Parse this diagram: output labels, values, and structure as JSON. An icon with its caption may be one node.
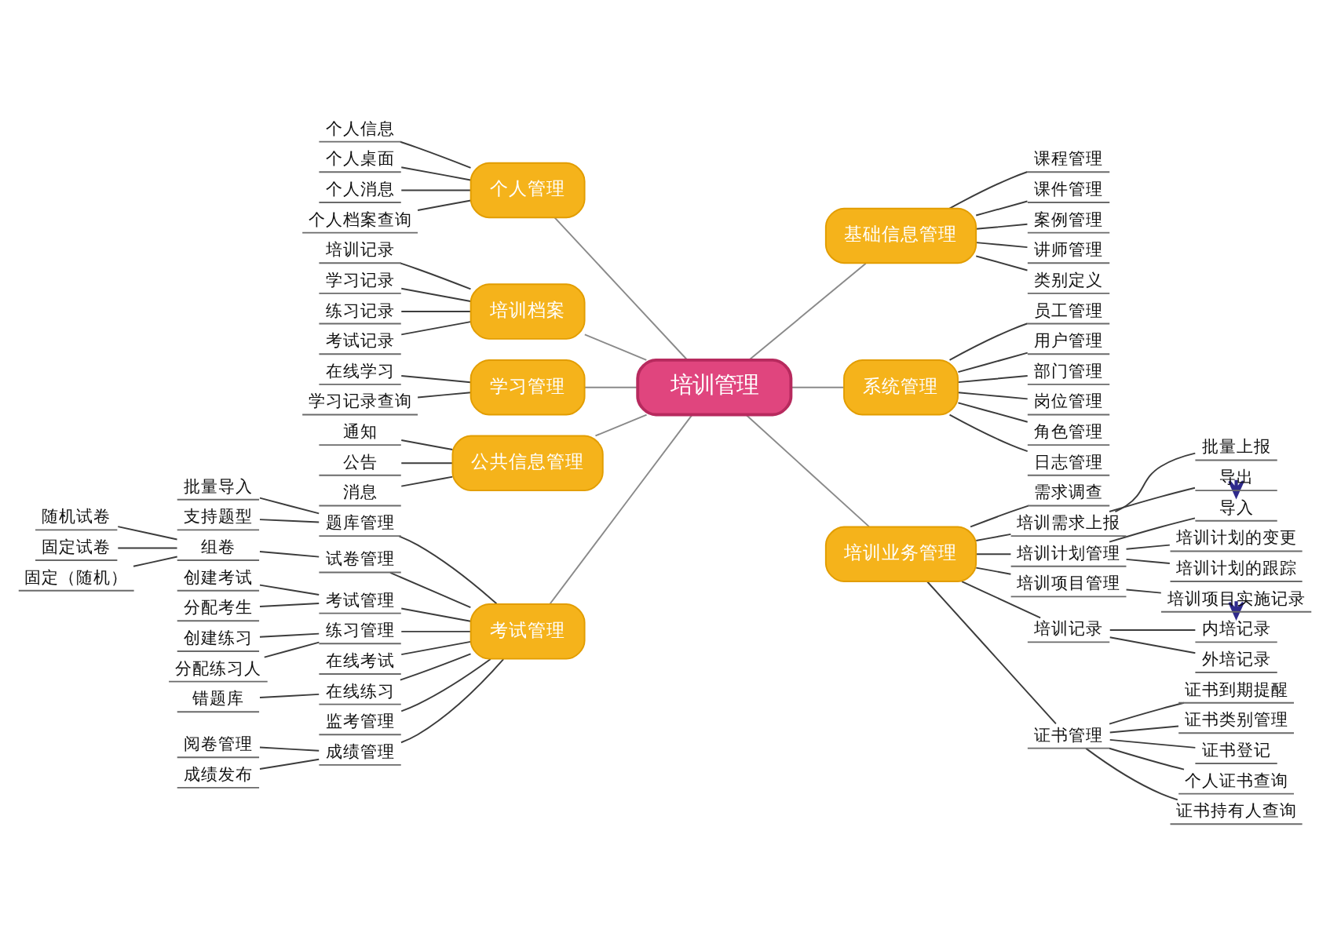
{
  "diagram": {
    "nodes": [
      {
        "text": [
          "培训管理"
        ]
      },
      {
        "text": [
          "个人管理"
        ]
      },
      {
        "text": [
          "个人信息"
        ]
      },
      {
        "text": [
          "个人桌面"
        ]
      },
      {
        "text": [
          "个人消息"
        ]
      },
      {
        "text": [
          "个人档案查询"
        ]
      },
      {
        "text": [
          "培训档案"
        ]
      },
      {
        "text": [
          "培训记录"
        ]
      },
      {
        "text": [
          "学习记录"
        ]
      },
      {
        "text": [
          "练习记录"
        ]
      },
      {
        "text": [
          "考试记录"
        ]
      },
      {
        "text": [
          "学习管理"
        ]
      },
      {
        "text": [
          "在线学习"
        ]
      },
      {
        "text": [
          "学习记录查询"
        ]
      },
      {
        "text": [
          "公共信息管理"
        ]
      },
      {
        "text": [
          "通知"
        ]
      },
      {
        "text": [
          "公告"
        ]
      },
      {
        "text": [
          "消息"
        ]
      },
      {
        "text": [
          "考试管理"
        ]
      },
      {
        "text": [
          "题库管理"
        ]
      },
      {
        "text": [
          "批量导入"
        ]
      },
      {
        "text": [
          "支持题型"
        ]
      },
      {
        "text": [
          "试卷管理"
        ]
      },
      {
        "text": [
          "组卷"
        ]
      },
      {
        "text": [
          "随机试卷"
        ]
      },
      {
        "text": [
          "固定试卷"
        ]
      },
      {
        "text": [
          "固定（随机）"
        ]
      },
      {
        "text": [
          "考试管理"
        ]
      },
      {
        "text": [
          "创建考试"
        ]
      },
      {
        "text": [
          "分配考生"
        ]
      },
      {
        "text": [
          "练习管理"
        ]
      },
      {
        "text": [
          "创建练习"
        ]
      },
      {
        "text": [
          "分配练习人"
        ]
      },
      {
        "text": [
          "在线考试"
        ]
      },
      {
        "text": [
          "在线练习"
        ]
      },
      {
        "text": [
          "错题库"
        ]
      },
      {
        "text": [
          "监考管理"
        ]
      },
      {
        "text": [
          "成绩管理"
        ]
      },
      {
        "text": [
          "阅卷管理"
        ]
      },
      {
        "text": [
          "成绩发布"
        ]
      },
      {
        "text": [
          "基础信息管理"
        ]
      },
      {
        "text": [
          "课程管理"
        ]
      },
      {
        "text": [
          "课件管理"
        ]
      },
      {
        "text": [
          "案例管理"
        ]
      },
      {
        "text": [
          "讲师管理"
        ]
      },
      {
        "text": [
          "类别定义"
        ]
      },
      {
        "text": [
          "系统管理"
        ]
      },
      {
        "text": [
          "员工管理"
        ]
      },
      {
        "text": [
          "用户管理"
        ]
      },
      {
        "text": [
          "部门管理"
        ]
      },
      {
        "text": [
          "岗位管理"
        ]
      },
      {
        "text": [
          "角色管理"
        ]
      },
      {
        "text": [
          "日志管理"
        ]
      },
      {
        "text": [
          "培训业务管理"
        ]
      },
      {
        "text": [
          "需求调查"
        ]
      },
      {
        "text": [
          "培训需求上报"
        ]
      },
      {
        "text": [
          "批量上报"
        ]
      },
      {
        "text": [
          "导出"
        ]
      },
      {
        "text": [
          "培训计划管理"
        ]
      },
      {
        "text": [
          "导入"
        ]
      },
      {
        "text": [
          "培训计划的变更"
        ]
      },
      {
        "text": [
          "培训计划的跟踪"
        ]
      },
      {
        "text": [
          "培训项目管理"
        ]
      },
      {
        "text": [
          "培训项目实施记录"
        ]
      },
      {
        "text": [
          "培训记录"
        ]
      },
      {
        "text": [
          "内培记录"
        ]
      },
      {
        "text": [
          "外培记录"
        ]
      },
      {
        "text": [
          "证书管理"
        ]
      },
      {
        "text": [
          "证书到期提醒"
        ]
      },
      {
        "text": [
          "证书类别管理"
        ]
      },
      {
        "text": [
          "证书登记"
        ]
      },
      {
        "text": [
          "个人证书查询"
        ]
      },
      {
        "text": [
          "证书持有人查询"
        ]
      }
    ],
    "edges": [
      {
        "from": 1,
        "to": 0,
        "arrow": "none"
      },
      {
        "from": 2,
        "to": 1,
        "arrow": "none"
      },
      {
        "from": 3,
        "to": 1,
        "arrow": "none"
      },
      {
        "from": 4,
        "to": 1,
        "arrow": "none"
      },
      {
        "from": 5,
        "to": 1,
        "arrow": "none"
      },
      {
        "from": 6,
        "to": 0,
        "arrow": "none"
      },
      {
        "from": 7,
        "to": 6,
        "arrow": "none"
      },
      {
        "from": 8,
        "to": 6,
        "arrow": "none"
      },
      {
        "from": 9,
        "to": 6,
        "arrow": "none"
      },
      {
        "from": 10,
        "to": 6,
        "arrow": "none"
      },
      {
        "from": 11,
        "to": 0,
        "arrow": "none"
      },
      {
        "from": 12,
        "to": 11,
        "arrow": "none"
      },
      {
        "from": 13,
        "to": 11,
        "arrow": "none"
      },
      {
        "from": 14,
        "to": 0,
        "arrow": "none"
      },
      {
        "from": 15,
        "to": 14,
        "arrow": "none"
      },
      {
        "from": 16,
        "to": 14,
        "arrow": "none"
      },
      {
        "from": 17,
        "to": 14,
        "arrow": "none"
      },
      {
        "from": 18,
        "to": 0,
        "arrow": "none"
      },
      {
        "from": 19,
        "to": 18,
        "arrow": "none"
      },
      {
        "from": 20,
        "to": 19,
        "arrow": "none"
      },
      {
        "from": 21,
        "to": 19,
        "arrow": "none"
      },
      {
        "from": 22,
        "to": 18,
        "arrow": "none"
      },
      {
        "from": 23,
        "to": 22,
        "arrow": "none"
      },
      {
        "from": 24,
        "to": 23,
        "arrow": "none"
      },
      {
        "from": 25,
        "to": 23,
        "arrow": "none"
      },
      {
        "from": 26,
        "to": 23,
        "arrow": "none"
      },
      {
        "from": 27,
        "to": 18,
        "arrow": "none"
      },
      {
        "from": 28,
        "to": 27,
        "arrow": "none"
      },
      {
        "from": 29,
        "to": 27,
        "arrow": "none"
      },
      {
        "from": 30,
        "to": 18,
        "arrow": "none"
      },
      {
        "from": 31,
        "to": 30,
        "arrow": "none"
      },
      {
        "from": 32,
        "to": 30,
        "arrow": "none"
      },
      {
        "from": 33,
        "to": 18,
        "arrow": "none"
      },
      {
        "from": 34,
        "to": 18,
        "arrow": "none"
      },
      {
        "from": 35,
        "to": 34,
        "arrow": "none"
      },
      {
        "from": 36,
        "to": 18,
        "arrow": "none"
      },
      {
        "from": 37,
        "to": 18,
        "arrow": "none"
      },
      {
        "from": 38,
        "to": 37,
        "arrow": "none"
      },
      {
        "from": 39,
        "to": 37,
        "arrow": "none"
      },
      {
        "from": 0,
        "to": 40,
        "arrow": "none"
      },
      {
        "from": 40,
        "to": 41,
        "arrow": "none"
      },
      {
        "from": 40,
        "to": 42,
        "arrow": "none"
      },
      {
        "from": 40,
        "to": 43,
        "arrow": "none"
      },
      {
        "from": 40,
        "to": 44,
        "arrow": "none"
      },
      {
        "from": 40,
        "to": 45,
        "arrow": "none"
      },
      {
        "from": 0,
        "to": 46,
        "arrow": "none"
      },
      {
        "from": 46,
        "to": 47,
        "arrow": "none"
      },
      {
        "from": 46,
        "to": 48,
        "arrow": "none"
      },
      {
        "from": 46,
        "to": 49,
        "arrow": "none"
      },
      {
        "from": 46,
        "to": 50,
        "arrow": "none"
      },
      {
        "from": 46,
        "to": 51,
        "arrow": "none"
      },
      {
        "from": 46,
        "to": 52,
        "arrow": "none"
      },
      {
        "from": 0,
        "to": 53,
        "arrow": "none"
      },
      {
        "from": 53,
        "to": 54,
        "arrow": "none"
      },
      {
        "from": 53,
        "to": 55,
        "arrow": "none"
      },
      {
        "from": 55,
        "to": 56,
        "arrow": "none"
      },
      {
        "from": 55,
        "to": 57,
        "arrow": "none"
      },
      {
        "from": 53,
        "to": 58,
        "arrow": "none"
      },
      {
        "from": 58,
        "to": 59,
        "arrow": "none"
      },
      {
        "from": 58,
        "to": 60,
        "arrow": "none"
      },
      {
        "from": 58,
        "to": 61,
        "arrow": "none"
      },
      {
        "from": 53,
        "to": 62,
        "arrow": "none"
      },
      {
        "from": 62,
        "to": 63,
        "arrow": "none"
      },
      {
        "from": 53,
        "to": 64,
        "arrow": "none"
      },
      {
        "from": 64,
        "to": 65,
        "arrow": "none"
      },
      {
        "from": 64,
        "to": 66,
        "arrow": "none"
      },
      {
        "from": 53,
        "to": 67,
        "arrow": "none"
      },
      {
        "from": 67,
        "to": 68,
        "arrow": "none"
      },
      {
        "from": 67,
        "to": 69,
        "arrow": "none"
      },
      {
        "from": 67,
        "to": 70,
        "arrow": "none"
      },
      {
        "from": 67,
        "to": 71,
        "arrow": "none"
      },
      {
        "from": 67,
        "to": 72,
        "arrow": "none"
      },
      {
        "from": 57,
        "to": 59,
        "arrow": "to",
        "style": "dashed",
        "color": "#2f2a8c"
      },
      {
        "from": 63,
        "to": 65,
        "arrow": "to",
        "style": "dashed",
        "color": "#2f2a8c"
      }
    ]
  }
}
